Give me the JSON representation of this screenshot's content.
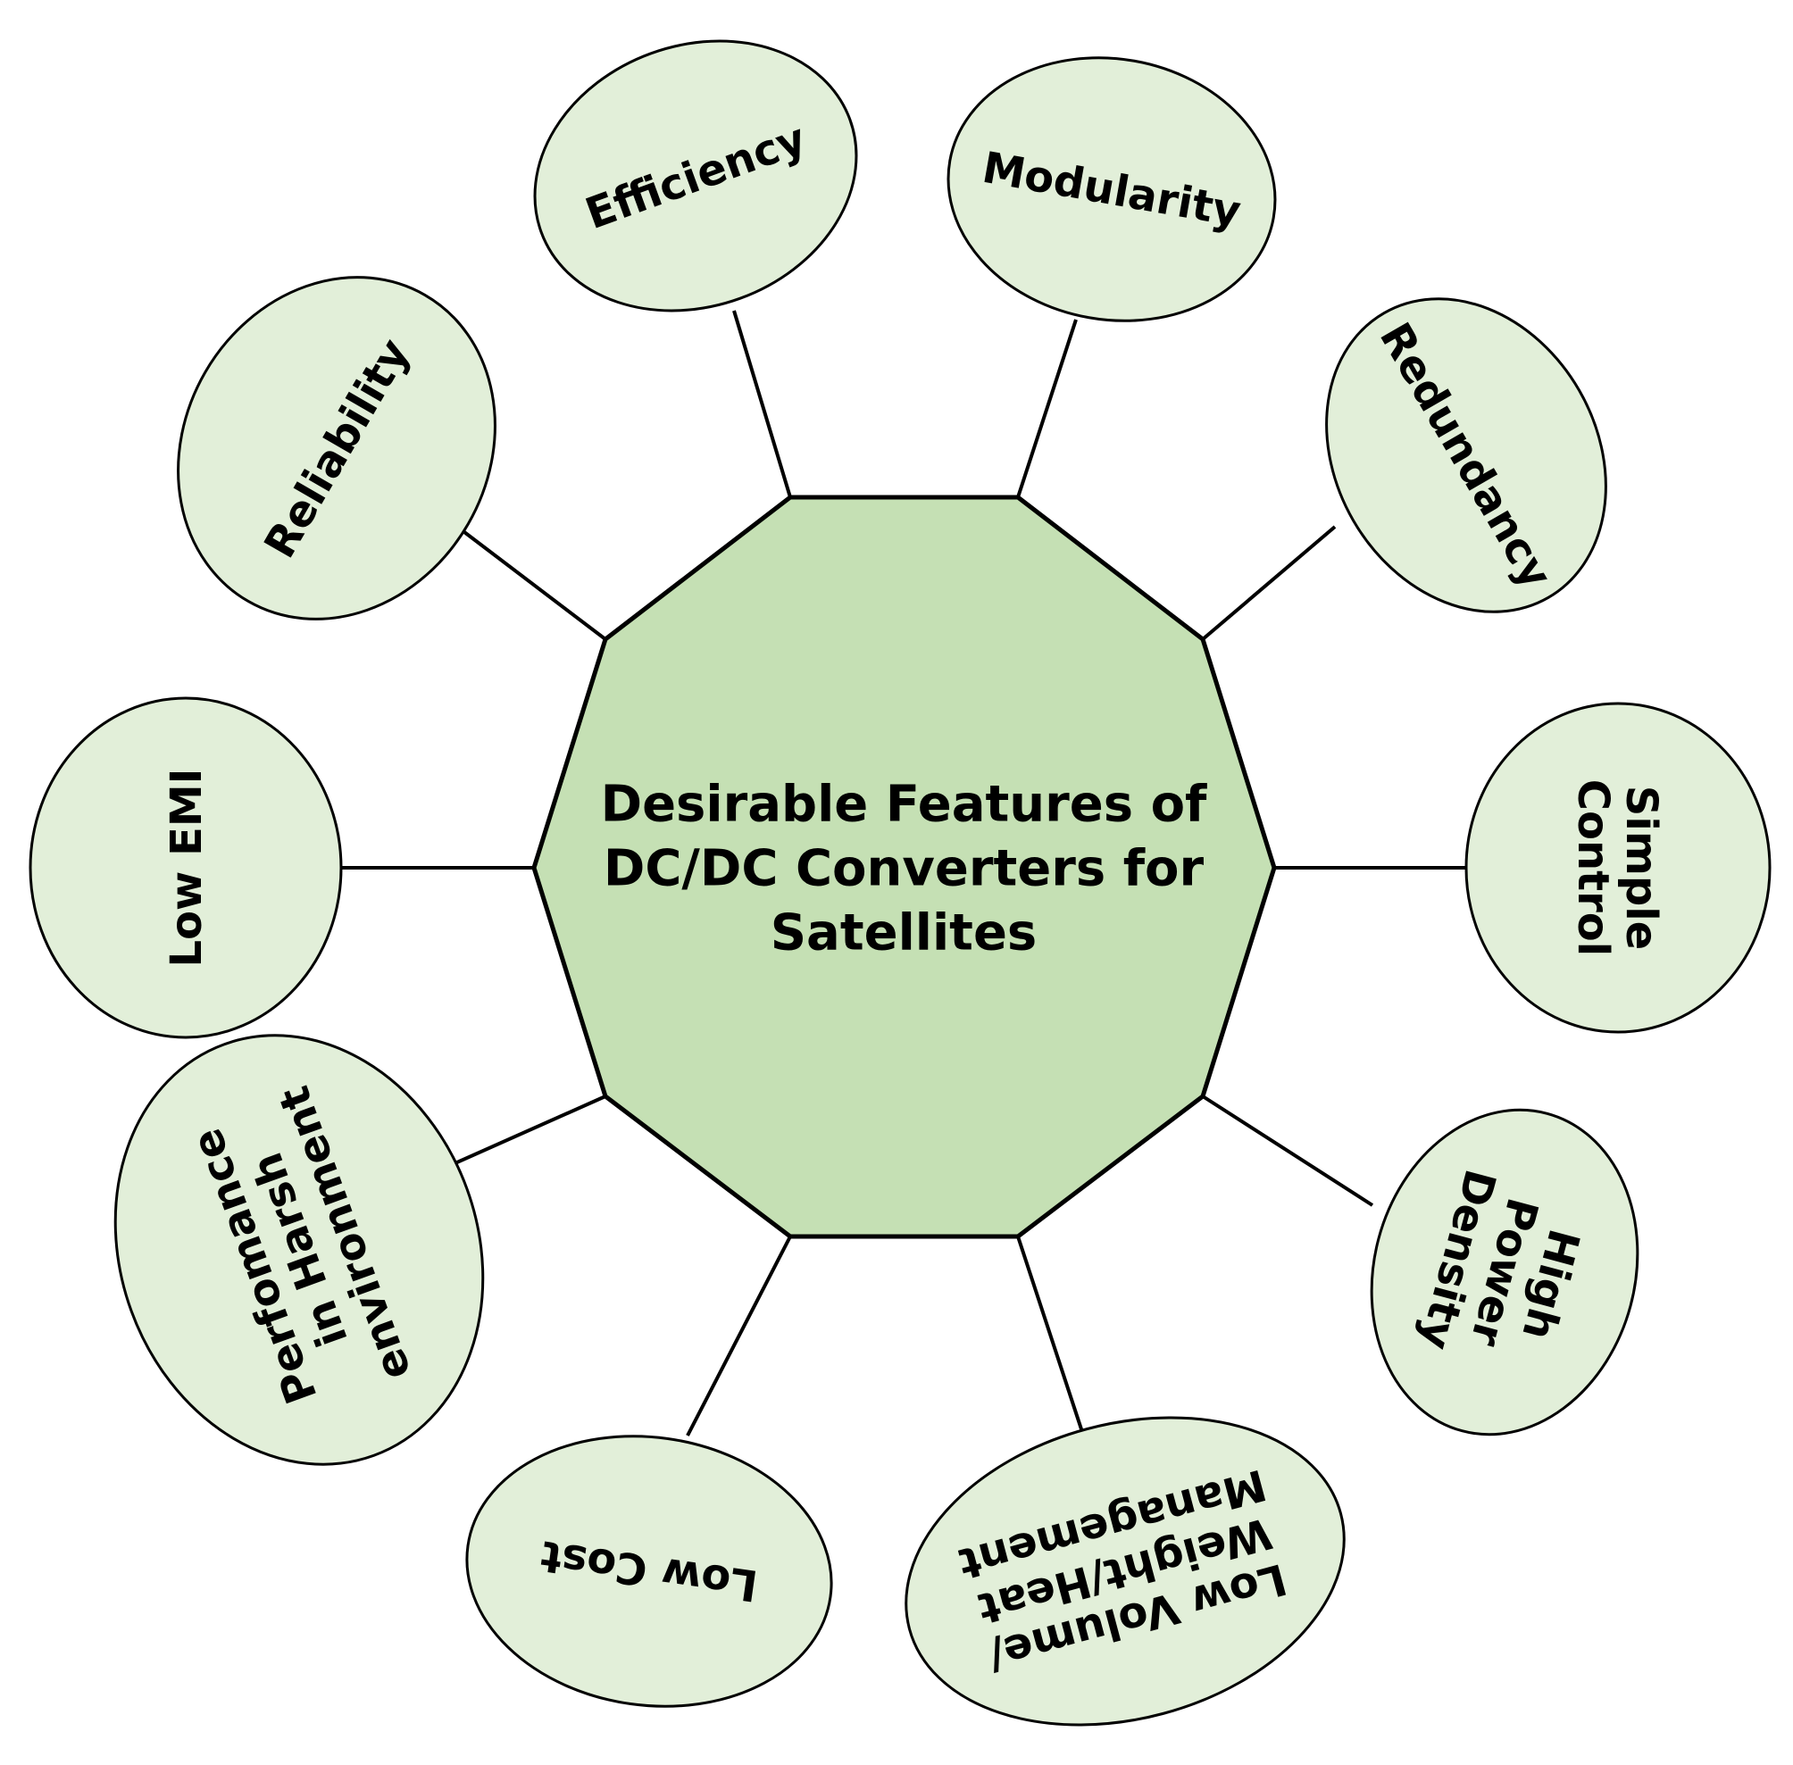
{
  "hub": {
    "lines": [
      "Desirable Features of",
      "DC/DC Converters for",
      "Satellites"
    ]
  },
  "features": [
    {
      "id": "efficiency",
      "lines": [
        "Efficiency"
      ]
    },
    {
      "id": "modularity",
      "lines": [
        "Modularity"
      ]
    },
    {
      "id": "redundancy",
      "lines": [
        "Redundancy"
      ]
    },
    {
      "id": "simple-control",
      "lines": [
        "Simple",
        "Control"
      ]
    },
    {
      "id": "high-power-density",
      "lines": [
        "High",
        "Power",
        "Density"
      ]
    },
    {
      "id": "low-volume-weight-heat",
      "lines": [
        "Low Volume/",
        "Weight/Heat",
        "Management"
      ]
    },
    {
      "id": "low-cost",
      "lines": [
        "Low Cost"
      ]
    },
    {
      "id": "harsh-environment",
      "lines": [
        "Perfomance",
        "in Harsh",
        "environment"
      ]
    },
    {
      "id": "low-emi",
      "lines": [
        "Low EMI"
      ]
    },
    {
      "id": "reliability",
      "lines": [
        "Reliability"
      ]
    }
  ],
  "colors": {
    "hub_fill": "#c5e0b4",
    "node_fill": "#e2efd9",
    "stroke": "#000000"
  }
}
